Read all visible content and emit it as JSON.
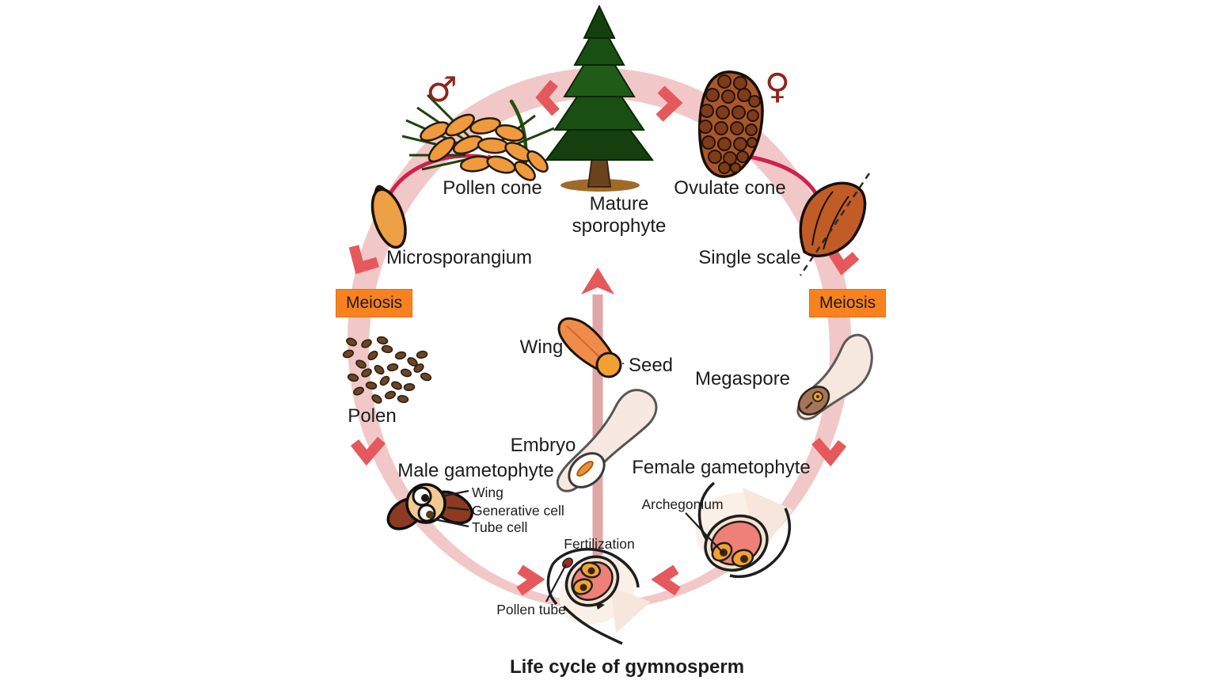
{
  "title": "Life cycle of gymnosperm",
  "symbols": {
    "male": "♂",
    "female": "♀"
  },
  "stages": {
    "pollen_cone": "Pollen cone",
    "mature_sporophyte": "Mature sporophyte",
    "ovulate_cone": "Ovulate cone",
    "microsporangium": "Microsporangium",
    "single_scale": "Single scale",
    "meiosis": "Meiosis",
    "pollen": "Polen",
    "megaspore": "Megaspore",
    "wing": "Wing",
    "seed": "Seed",
    "embryo": "Embryo",
    "male_gametophyte": "Male gametophyte",
    "female_gametophyte": "Female gametophyte",
    "fertilization": "Fertilization"
  },
  "details": {
    "wing": "Wing",
    "generative_cell": "Generative cell",
    "tube_cell": "Tube cell",
    "archegonium": "Archegonium",
    "pollen_tube": "Pollen tube"
  },
  "colors": {
    "ring_band": "#f1c7c7",
    "center_band": "#dfa6a6",
    "arrow_red": "#e5585c",
    "meiosis_box": "#f8821f",
    "connector_crimson": "#ce2150",
    "symbol_dark_red": "#8e241c",
    "cone_orange": "#ef9a3d",
    "ovulate_brown": "#a9582c",
    "gametophyte_pink": "#ee8077",
    "egg_orange": "#f0a232"
  }
}
